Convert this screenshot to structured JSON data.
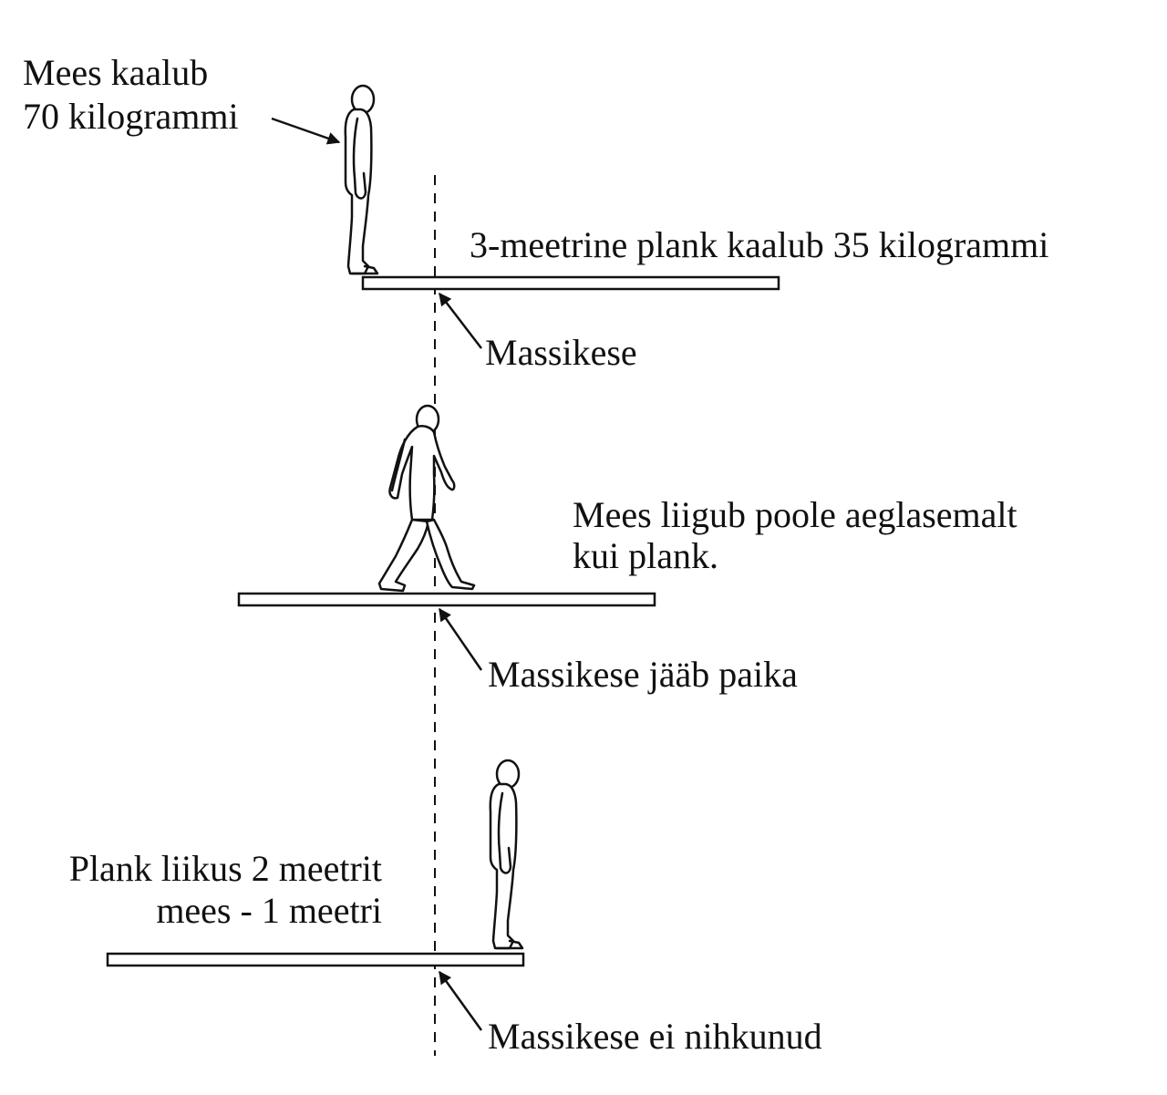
{
  "scene1": {
    "man_label_line1": "Mees kaalub",
    "man_label_line2": "70 kilogrammi",
    "plank_label": "3-meetrine plank kaalub 35 kilogrammi",
    "cm_label": "Massikese"
  },
  "scene2": {
    "motion_label_line1": "Mees liigub poole aeglasemalt",
    "motion_label_line2": "kui plank.",
    "cm_label": "Massikese jääb paika"
  },
  "scene3": {
    "distance_label_line1": "Plank liikus 2 meetrit",
    "distance_label_line2": "mees - 1 meetri",
    "cm_label": "Massikese ei nihkunud"
  }
}
